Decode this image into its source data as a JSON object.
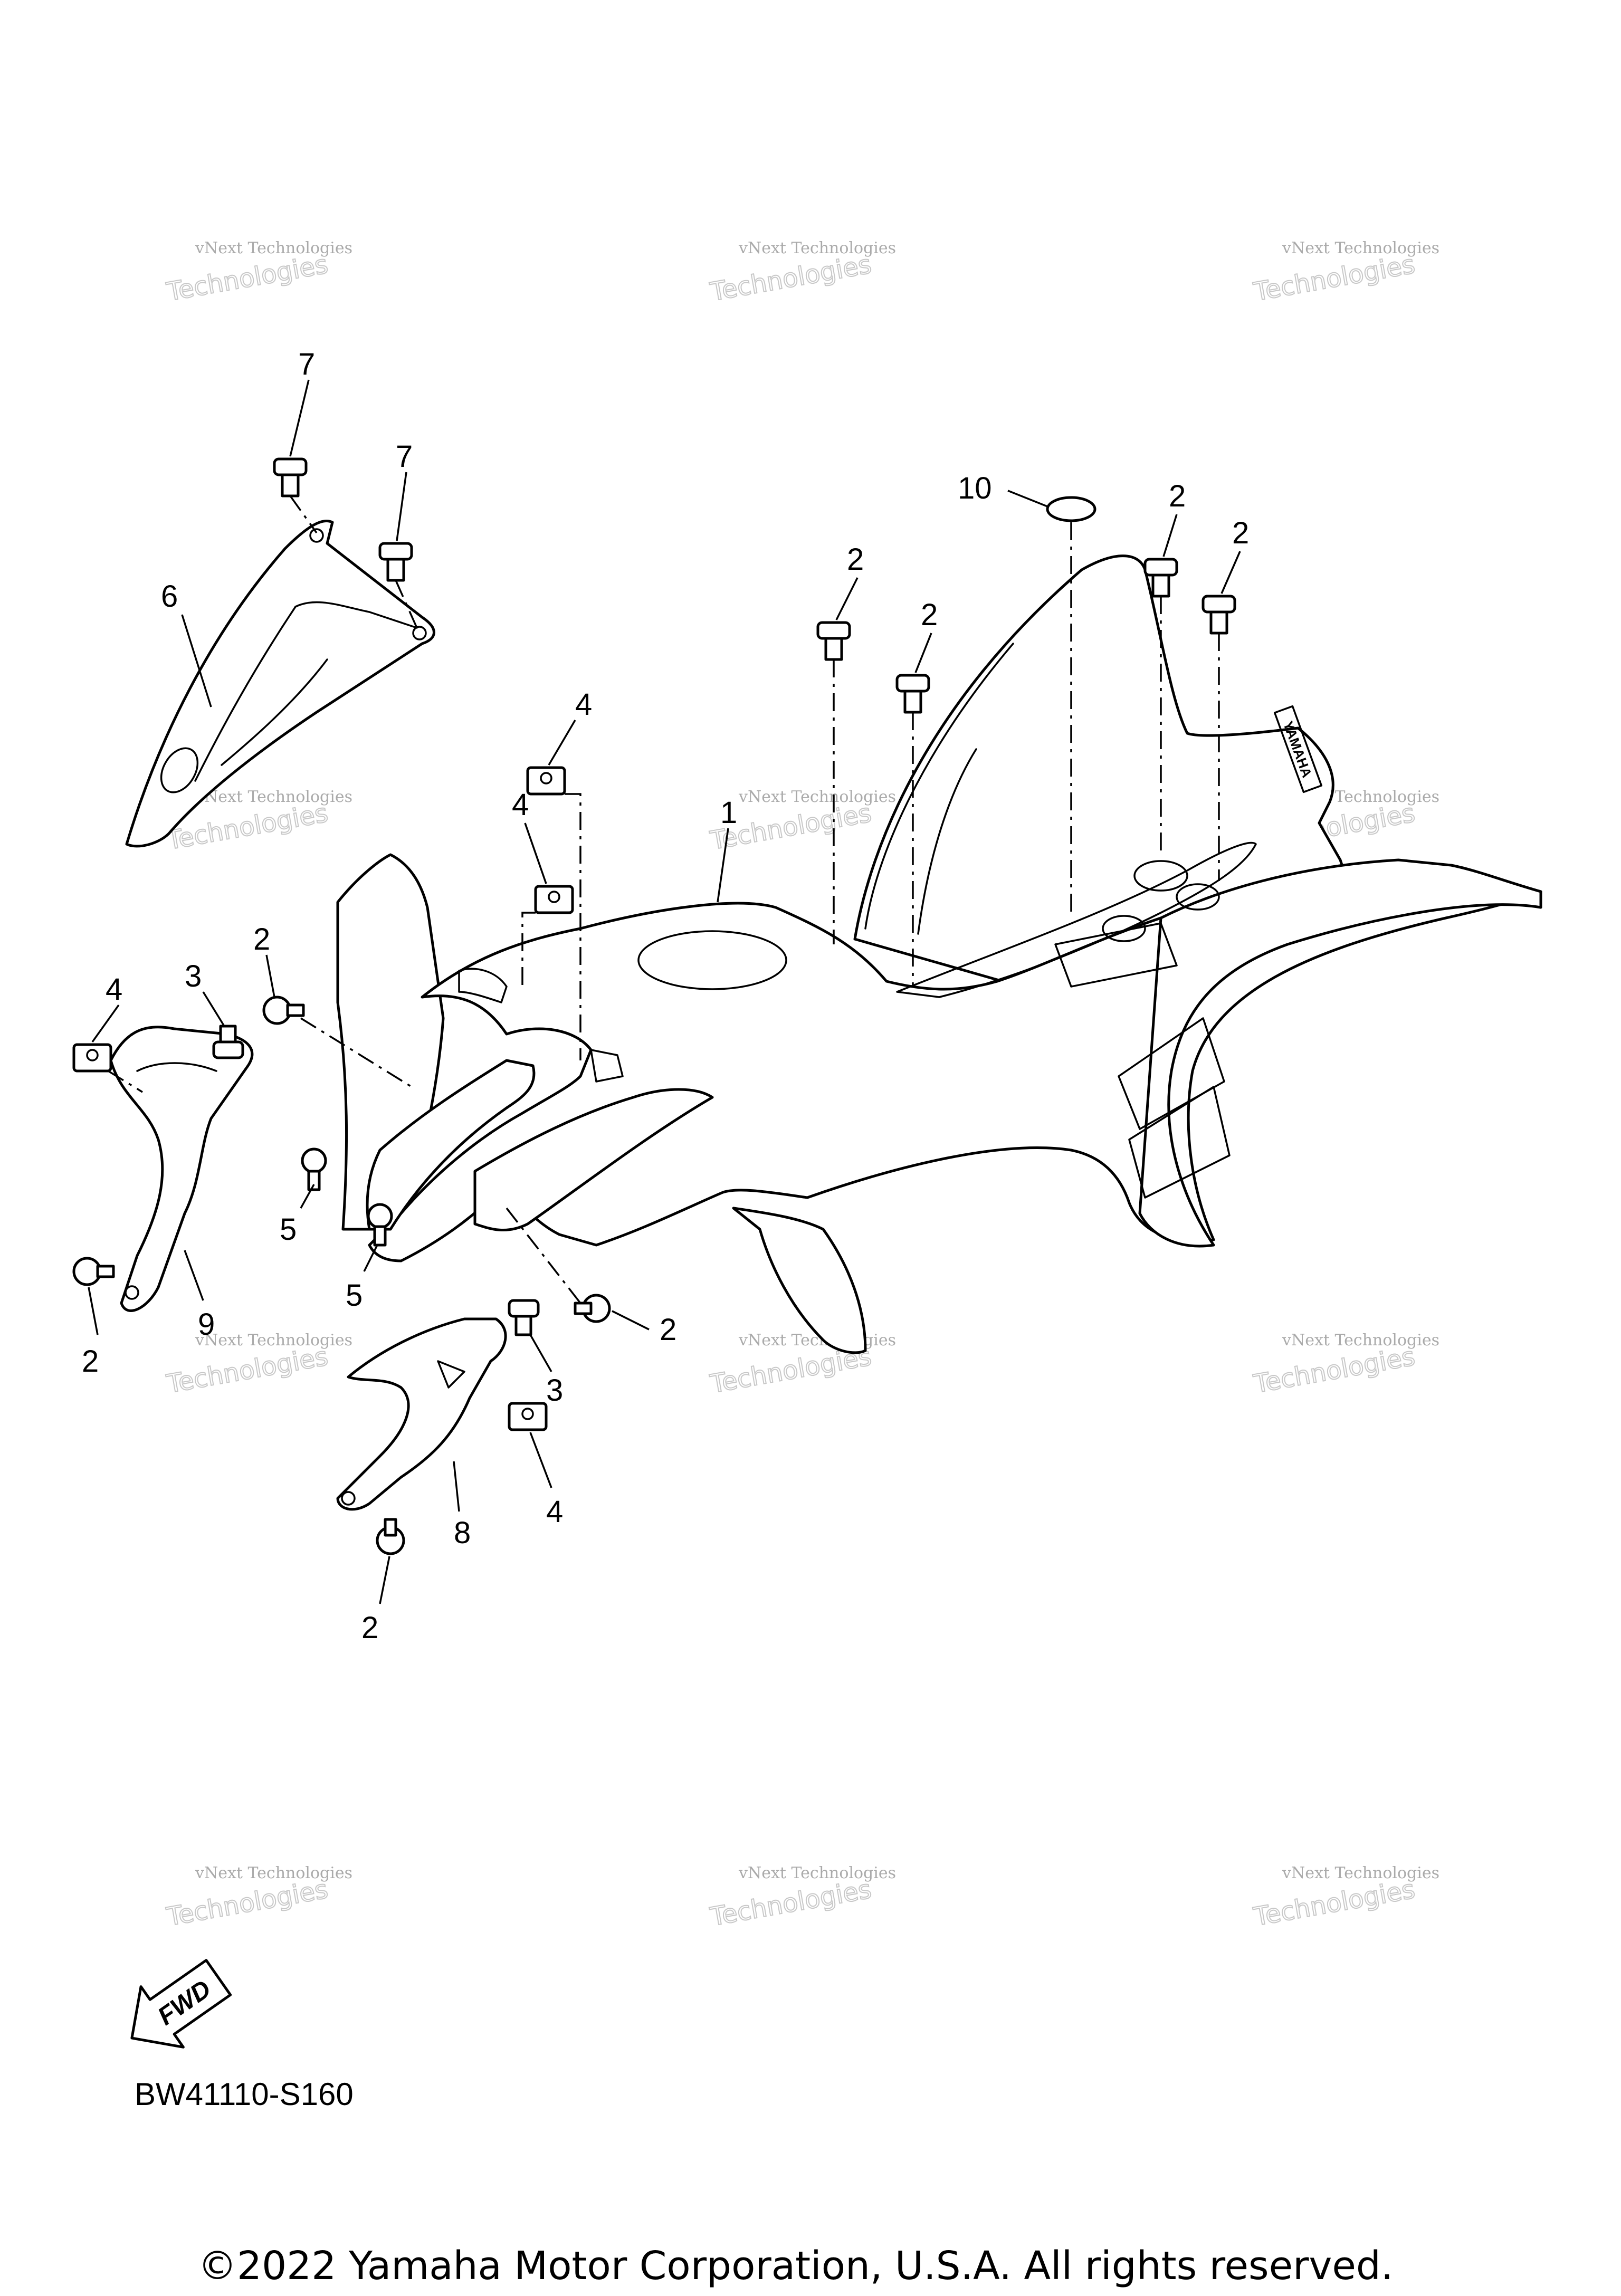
{
  "diagram": {
    "code": "BW41110-S160",
    "copyright": "©2022 Yamaha Motor Corporation, U.S.A. All rights reserved.",
    "fwd_label": "FWD",
    "brand_mark": "YAMAHA",
    "watermark": {
      "line1": "vNext Technologies",
      "line2": "Technologies",
      "line3": "vNext"
    },
    "callouts": {
      "c1": "1",
      "c2a": "2",
      "c2b": "2",
      "c2c": "2",
      "c2d": "2",
      "c2e": "2",
      "c2f": "2",
      "c2g": "2",
      "c2h": "2",
      "c3a": "3",
      "c3b": "3",
      "c4a": "4",
      "c4b": "4",
      "c4c": "4",
      "c4d": "4",
      "c5a": "5",
      "c5b": "5",
      "c6": "6",
      "c7a": "7",
      "c7b": "7",
      "c8": "8",
      "c9": "9",
      "c10": "10"
    }
  }
}
